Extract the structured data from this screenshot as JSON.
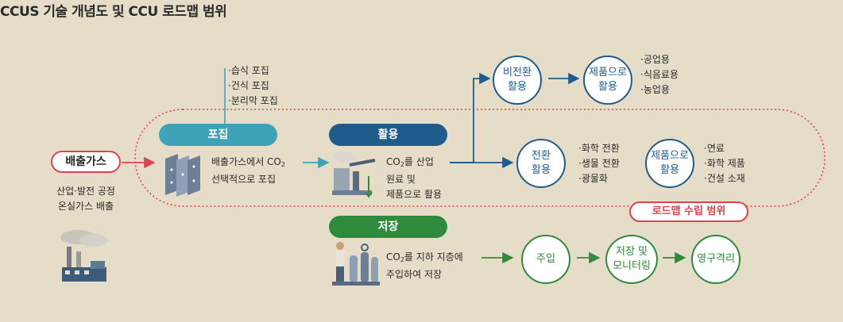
{
  "title": "CCUS 기술 개념도 및 CCU 로드맵 범위",
  "source": {
    "label": "배출가스",
    "desc": "산업·발전 공정\n온실가스 배출"
  },
  "capture": {
    "label": "포집",
    "methods": "·습식 포집\n·건식 포집\n·분리막 포집",
    "desc_pre": "배출가스에서 CO",
    "desc_sub": "2",
    "desc_post": "\n선택적으로 포집"
  },
  "utilization": {
    "label": "활용",
    "desc_pre": "CO",
    "desc_sub": "2",
    "desc_post": "를 산업\n원료 및\n제품으로 활용"
  },
  "non_conversion": {
    "label": "비전환\n활용",
    "product": "제품으로\n활용",
    "uses": "·공업용\n·식음료용\n·농업용"
  },
  "conversion": {
    "label": "전환\n활용",
    "types": "·화학 전환\n·생물 전환\n·광물화",
    "product": "제품으로\n활용",
    "uses": "·연료\n·화학 제품\n·건설 소재"
  },
  "roadmap_label": "로드맵 수립 범위",
  "storage": {
    "label": "저장",
    "desc_pre": "CO",
    "desc_sub": "2",
    "desc_post": "를 지하 지층에\n주입하여 저장",
    "steps": [
      "주입",
      "저장 및\n모니터링",
      "영구격리"
    ]
  },
  "colors": {
    "bg": "#e6ddc9",
    "red": "#e0434d",
    "teal": "#3fa3b8",
    "blue": "#1f5c8b",
    "green": "#2e8b3c"
  }
}
